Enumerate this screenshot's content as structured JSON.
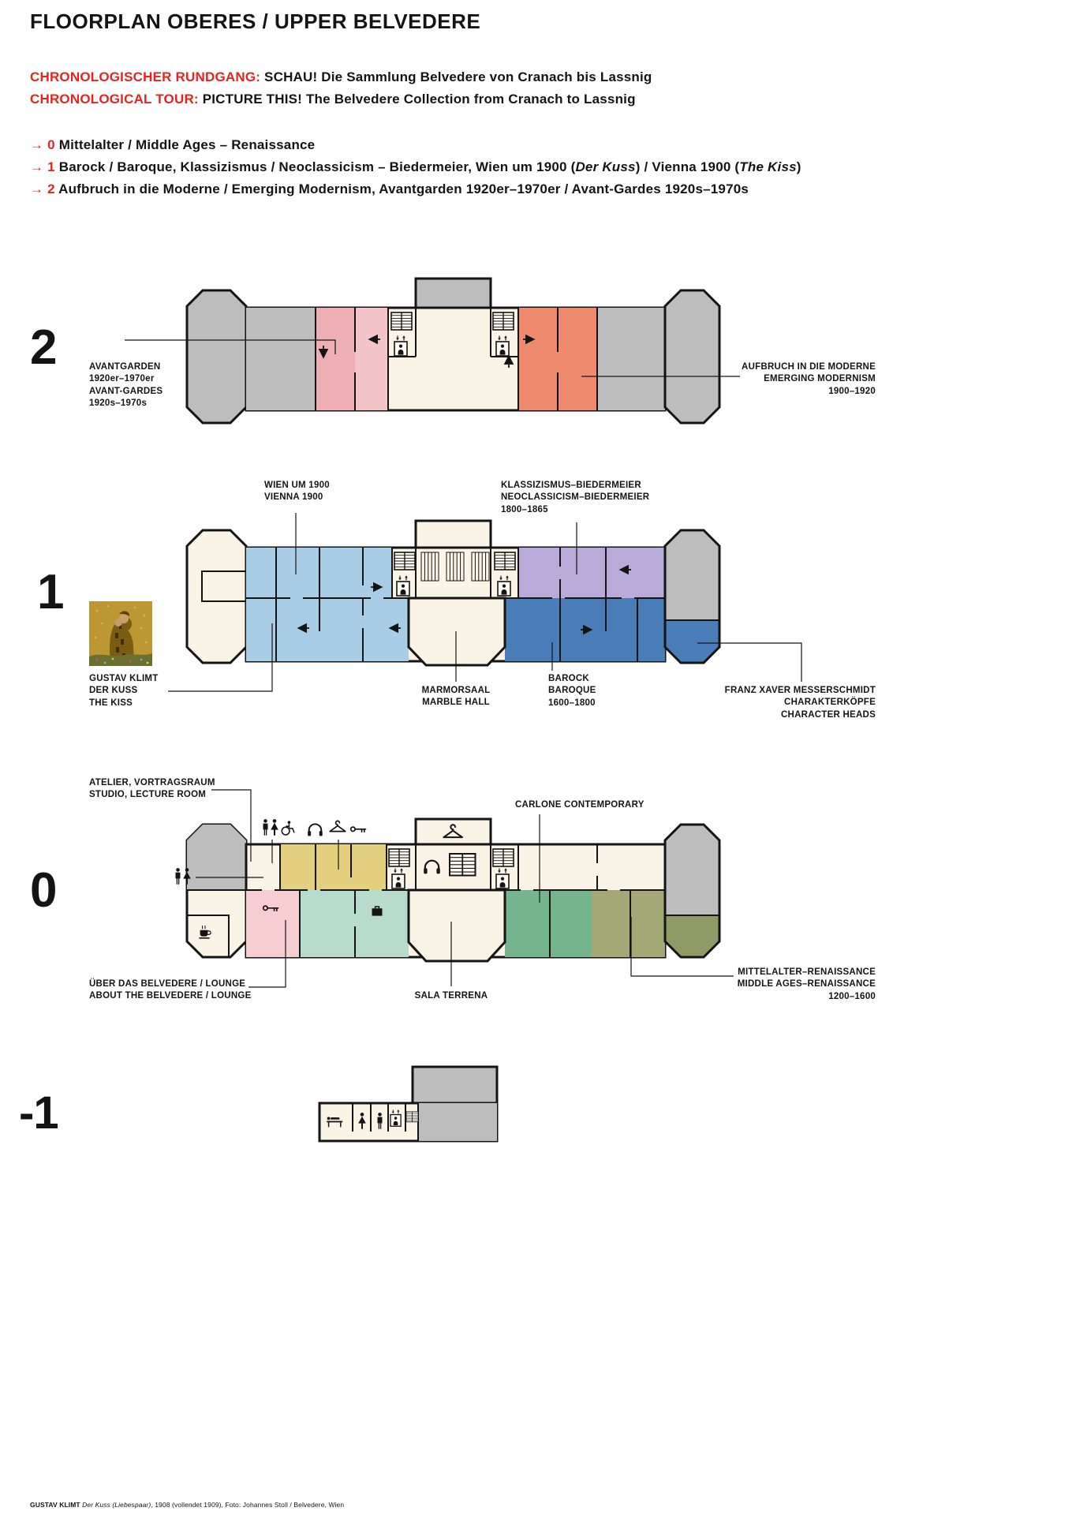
{
  "header": {
    "title": "FLOORPLAN OBERES / UPPER BELVEDERE",
    "tour_de": {
      "label": "CHRONOLOGISCHER RUNDGANG:",
      "text": "SCHAU! Die Sammlung Belvedere von Cranach bis Lassnig"
    },
    "tour_en": {
      "label": "CHRONOLOGICAL TOUR:",
      "text": "PICTURE THIS! The Belvedere Collection from Cranach to Lassnig"
    }
  },
  "legend": {
    "arrow": "→",
    "items": [
      {
        "number": "0",
        "segments": [
          {
            "t": "Mittelalter / Middle Ages – Renaissance"
          }
        ]
      },
      {
        "number": "1",
        "segments": [
          {
            "t": "Barock / Baroque, Klassizismus / Neoclassicism – Biedermeier, Wien um 1900 ("
          },
          {
            "t": "Der Kuss",
            "i": true
          },
          {
            "t": ") / Vienna 1900 ("
          },
          {
            "t": "The Kiss",
            "i": true
          },
          {
            "t": ")"
          }
        ]
      },
      {
        "number": "2",
        "segments": [
          {
            "t": "Aufbruch in die Moderne / Emerging Modernism, Avantgarden 1920er–1970er / Avant-Gardes 1920s–1970s"
          }
        ]
      }
    ]
  },
  "floor2": {
    "number": "2",
    "labels": {
      "avantgarden": "AVANTGARDEN\n1920er–1970er\nAVANT-GARDES\n1920s–1970s",
      "aufbruch": "AUFBRUCH IN DIE MODERNE\nEMERGING MODERNISM\n1900–1920"
    }
  },
  "floor1": {
    "number": "1",
    "labels": {
      "wien": "WIEN UM 1900\nVIENNA 1900",
      "klassizismus": "KLASSIZISMUS–BIEDERMEIER\nNEOCLASSICISM–BIEDERMEIER\n1800–1865",
      "klimt": "GUSTAV KLIMT\nDER KUSS\nTHE KISS",
      "marmorsaal": "MARMORSAAL\nMARBLE HALL",
      "barock": "BAROCK\nBAROQUE\n1600–1800",
      "messerschmidt": "FRANZ XAVER MESSERSCHMIDT\nCHARAKTERKÖPFE\nCHARACTER HEADS"
    }
  },
  "floor0": {
    "number": "0",
    "labels": {
      "atelier": "ATELIER, VORTRAGSRAUM\nSTUDIO, LECTURE ROOM",
      "carlone": "CARLONE CONTEMPORARY",
      "lounge": "ÜBER DAS BELVEDERE / LOUNGE\nABOUT THE BELVEDERE / LOUNGE",
      "sala": "SALA TERRENA",
      "mittelalter": "MITTELALTER–RENAISSANCE\nMIDDLE AGES–RENAISSANCE\n1200–1600"
    }
  },
  "floor_minus1": {
    "number": "-1"
  },
  "credit": {
    "segments": [
      {
        "t": "GUSTAV KLIMT ",
        "b": true
      },
      {
        "t": "Der Kuss (Liebespaar)",
        "i": true
      },
      {
        "t": ", 1908 (vollendet 1909), Foto: Johannes Stoll / Belvedere, Wien"
      }
    ]
  },
  "colors": {
    "red": "#e8231d",
    "gray": "#bdbdbd",
    "cream": "#faf4e6",
    "pink_dark": "#edaeb4",
    "pink_light": "#f3c4c8",
    "salmon": "#ee8a6e",
    "light_blue": "#a9cde4",
    "dark_blue": "#4a7db8",
    "purple": "#b9abd7",
    "yellow": "#e2d07e",
    "pale_pink": "#f6ced2",
    "teal": "#b7dccc",
    "green": "#74b58d",
    "olive": "#a3a876",
    "olive_dark": "#8f9a66",
    "wall": "#141414"
  }
}
